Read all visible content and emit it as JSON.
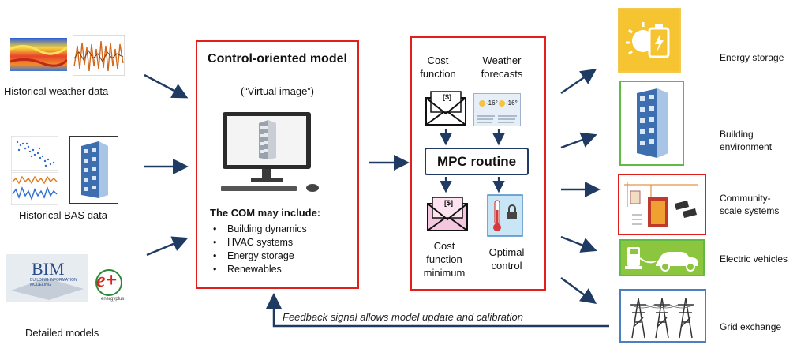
{
  "inputs": {
    "weather_label": "Historical weather data",
    "bas_label": "Historical BAS data",
    "models_label": "Detailed models",
    "bim_text": "BIM",
    "bim_subtext": "BUILDING INFORMATION MODELING",
    "eplus_text": "e+",
    "eplus_subtext": "energyplus"
  },
  "com_box": {
    "title": "Control-oriented model",
    "subtitle": "(“Virtual image”)",
    "include_heading": "The COM may include:",
    "items": [
      "Building dynamics",
      "HVAC systems",
      "Energy storage",
      "Renewables"
    ]
  },
  "mpc_box": {
    "cost_function_label": "Cost function",
    "weather_forecasts_label": "Weather forecasts",
    "routine_label": "MPC routine",
    "cost_min_label": "Cost function minimum",
    "optimal_control_label": "Optimal control",
    "dollar_tag": "[$]",
    "forecast_temp_1": "-16°",
    "forecast_temp_2": "-16°"
  },
  "outputs": [
    {
      "label": "Energy storage",
      "border": "#f2c94c"
    },
    {
      "label": "Building environment",
      "border": "#5fba46"
    },
    {
      "label": "Community-scale systems",
      "border": "#e0201a"
    },
    {
      "label": "Electric vehicles",
      "border": "#5fba46"
    },
    {
      "label": "Grid exchange",
      "border": "#4a7fc1"
    }
  ],
  "feedback_label": "Feedback signal allows model update and calibration",
  "colors": {
    "arrow": "#1f3b63",
    "red_border": "#e0201a",
    "battery_bg": "#f7c431",
    "ev_bg": "#8cc63f"
  }
}
